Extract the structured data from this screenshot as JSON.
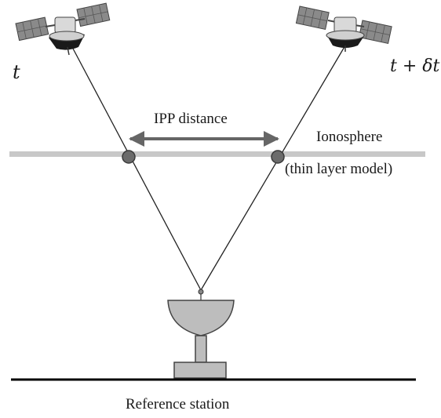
{
  "labels": {
    "time_left": "t",
    "time_right": "t + δt",
    "ipp_distance": "IPP distance",
    "ionosphere": "Ionosphere",
    "thin_layer": "(thin layer model)",
    "reference_station": "Reference station"
  },
  "icons": {
    "satellite_left": "satellite-icon",
    "satellite_right": "satellite-icon",
    "antenna": "antenna-dish-icon"
  },
  "colors": {
    "ionosphere_layer": "#c8c8c8",
    "pierce_point": "#6b6b6b",
    "dish": "#bdbdbd",
    "solar_panel": "#8a8a8a",
    "ground": "#000000",
    "arrow": "#666666"
  }
}
